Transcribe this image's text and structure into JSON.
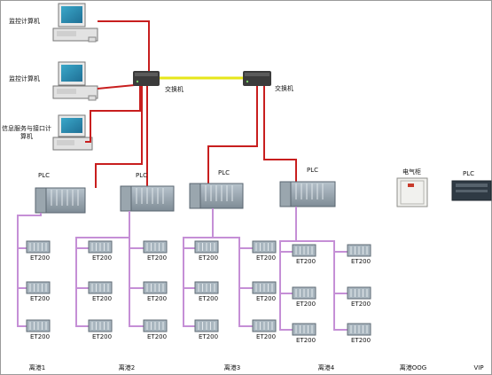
{
  "labels": {
    "monitor_pc_1": "监控计算机",
    "monitor_pc_2": "监控计算机",
    "info_pc": "信息服务与接口计算机",
    "switch_1": "交换机",
    "switch_2": "交换机",
    "plc": "PLC",
    "electrical_cabinet": "电气柜",
    "et200": "ET200"
  },
  "areas": [
    "离港1",
    "离港2",
    "离港3",
    "离港4",
    "离港OOG",
    "VIP"
  ],
  "colors": {
    "ethernet_red": "#c81e1e",
    "fiber_yellow": "#e6e619",
    "profibus_violet": "#c58fd6",
    "frame": "#9a9a9a"
  }
}
